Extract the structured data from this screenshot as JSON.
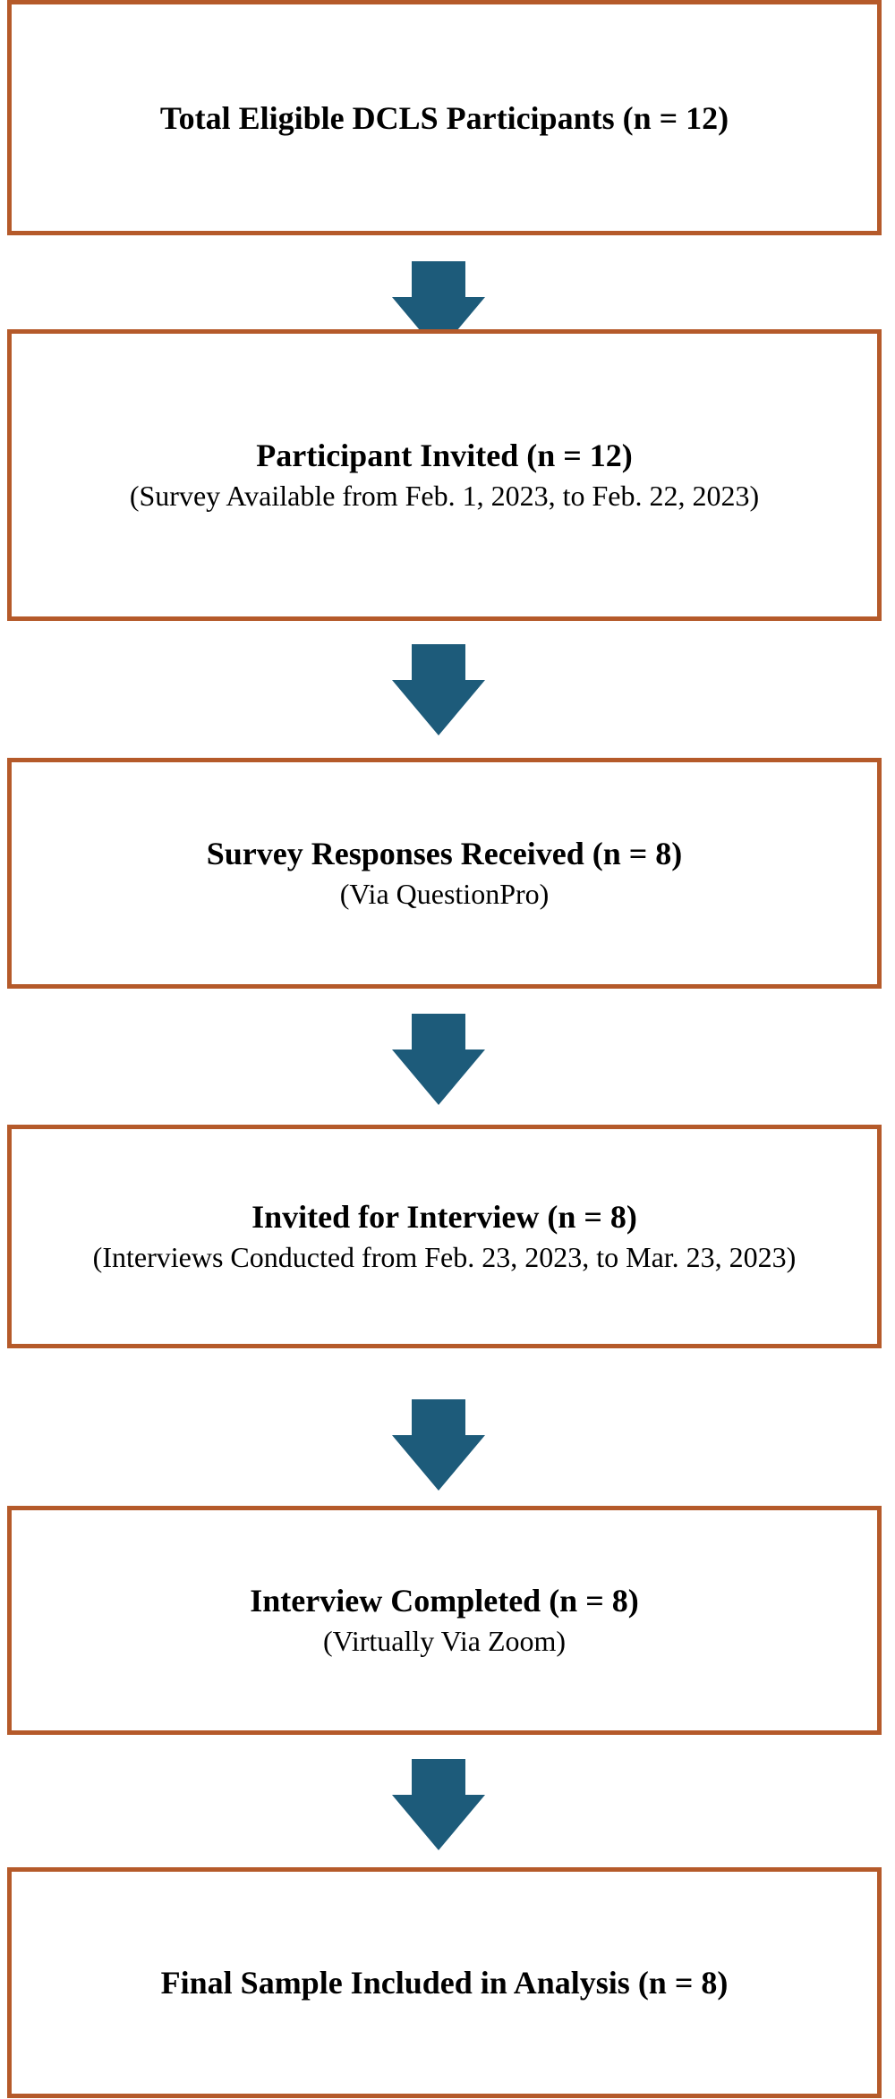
{
  "flow": {
    "boxes": [
      {
        "title": "Total Eligible DCLS Participants (n = 12)",
        "sub": ""
      },
      {
        "title": "Participant Invited (n = 12)",
        "sub": "(Survey Available from Feb. 1, 2023, to Feb. 22, 2023)"
      },
      {
        "title": "Survey Responses Received (n = 8)",
        "sub": "(Via QuestionPro)"
      },
      {
        "title": "Invited for Interview (n = 8)",
        "sub": "(Interviews Conducted from Feb. 23, 2023, to Mar. 23, 2023)"
      },
      {
        "title": "Interview Completed (n = 8)",
        "sub": "(Virtually Via Zoom)"
      },
      {
        "title": "Final Sample Included in Analysis (n = 8)",
        "sub": ""
      }
    ]
  },
  "colors": {
    "box_border": "#b55a2a",
    "arrow": "#1d5b7a"
  },
  "icons": {
    "connector": "down-arrow-icon"
  }
}
